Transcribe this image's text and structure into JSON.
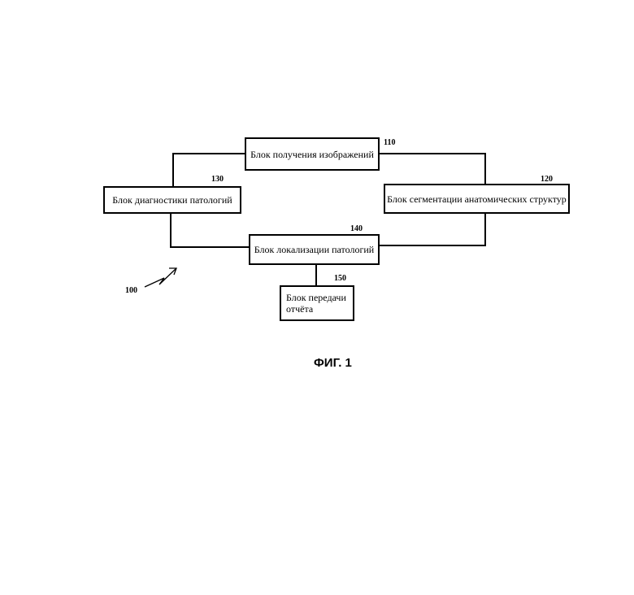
{
  "blocks": {
    "b110": {
      "label": "Блок получения изображений",
      "ref": "110"
    },
    "b120": {
      "label": "Блок сегментации анатомических структур",
      "ref": "120"
    },
    "b130": {
      "label": "Блок диагностики патологий",
      "ref": "130"
    },
    "b140": {
      "label": "Блок локализации патологий",
      "ref": "140"
    },
    "b150": {
      "line1": "Блок передачи",
      "line2": "отчёта",
      "ref": "150"
    }
  },
  "system_ref": "100",
  "caption": "ФИГ. 1"
}
